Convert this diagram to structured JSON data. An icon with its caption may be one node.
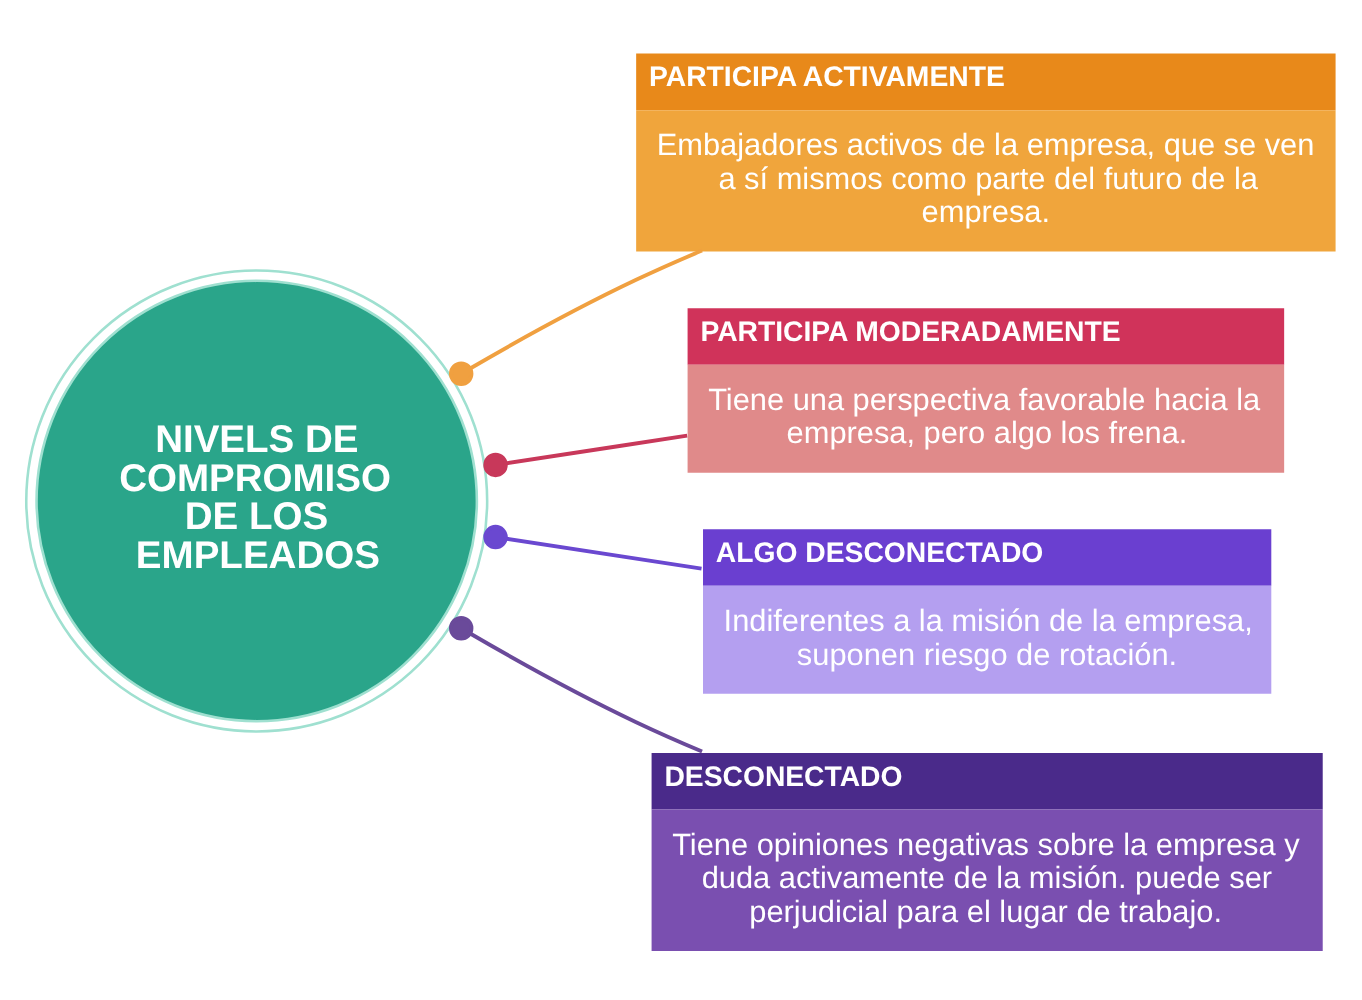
{
  "diagram": {
    "nodes": [
      {
        "text": [
          "NIVELS DE COMPROMISO DE LOS EMPLEADOS"
        ]
      },
      {
        "text": [
          "PARTICIPA ACTIVAMENTE",
          "Embajadores activos de la empresa, que se ven a sí mismos como parte del futuro de la empresa."
        ]
      },
      {
        "text": [
          "PARTICIPA MODERADAMENTE",
          "Tiene una perspectiva favorable hacia la empresa, pero algo los frena."
        ]
      },
      {
        "text": [
          "ALGO DESCONECTADO",
          "Indiferentes a la misión de la empresa, suponen riesgo de rotación."
        ]
      },
      {
        "text": [
          "DESCONECTADO",
          "Tiene opiniones negativas sobre la empresa y duda activamente de la misión. puede ser perjudicial para el lugar de trabajo."
        ]
      }
    ],
    "edges": [
      {
        "from": 0,
        "to": 1,
        "arrow": "other",
        "color": "#f0a040"
      },
      {
        "from": 0,
        "to": 2,
        "arrow": "other",
        "color": "#c8385a"
      },
      {
        "from": 0,
        "to": 3,
        "arrow": "other",
        "color": "#6a48d0"
      },
      {
        "from": 0,
        "to": 4,
        "arrow": "other",
        "color": "#6a4a9a"
      }
    ]
  }
}
